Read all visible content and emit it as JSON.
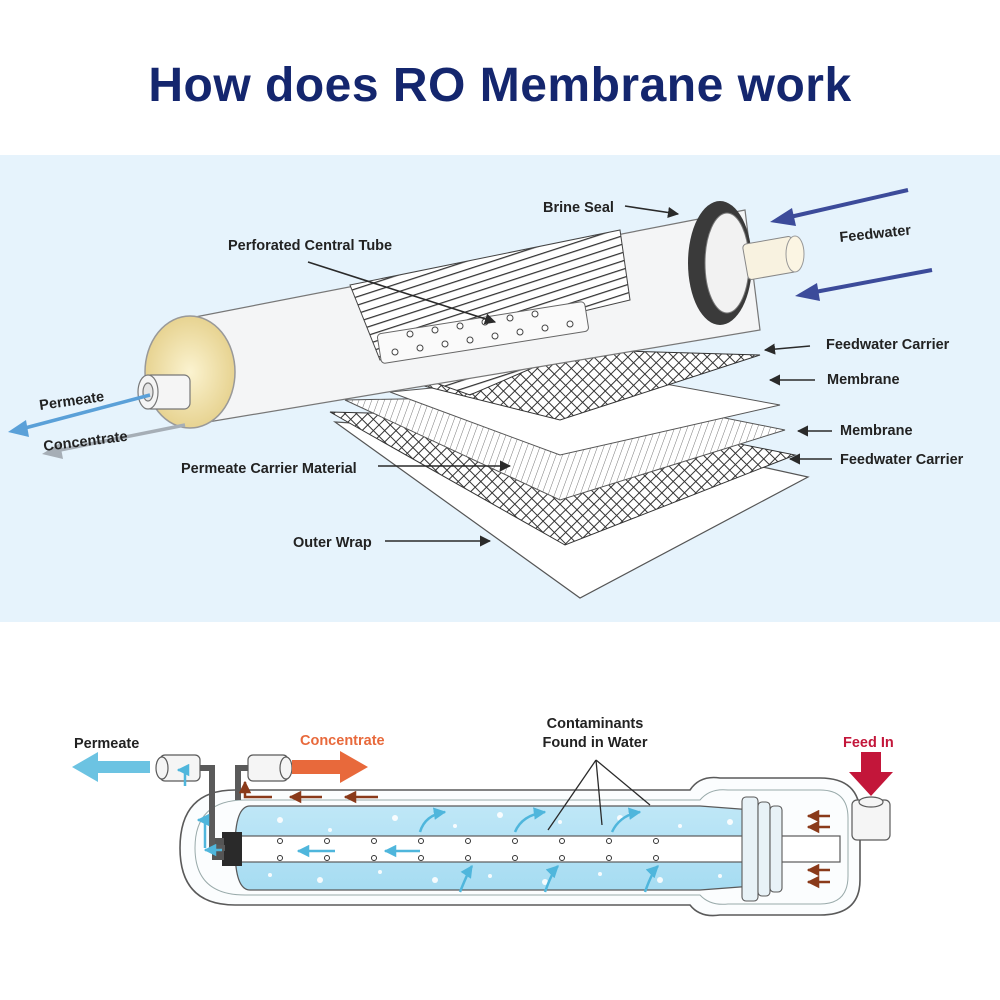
{
  "title": "How does RO Membrane work",
  "colors": {
    "title": "#14266e",
    "panel_bg": "#e6f3fc",
    "permeate_arrow": "#5aa0d8",
    "concentrate_arrow": "#e8693b",
    "feed_arrow": "#c3163a",
    "flow_arrow": "#4fb6dc",
    "layer_arrow": "#3c4b9a",
    "outline": "#5a5a5a"
  },
  "upper": {
    "labels": {
      "brine_seal": "Brine Seal",
      "perforated_central_tube": "Perforated Central Tube",
      "feedwater": "Feedwater",
      "feedwater_carrier_1": "Feedwater Carrier",
      "membrane_1": "Membrane",
      "membrane_2": "Membrane",
      "feedwater_carrier_2": "Feedwater Carrier",
      "permeate": "Permeate",
      "concentrate": "Concentrate",
      "permeate_carrier_material": "Permeate Carrier Material",
      "outer_wrap": "Outer Wrap"
    }
  },
  "lower": {
    "labels": {
      "permeate": "Permeate",
      "concentrate": "Concentrate",
      "contaminants_line1": "Contaminants",
      "contaminants_line2": "Found in Water",
      "feed_in": "Feed In"
    }
  }
}
